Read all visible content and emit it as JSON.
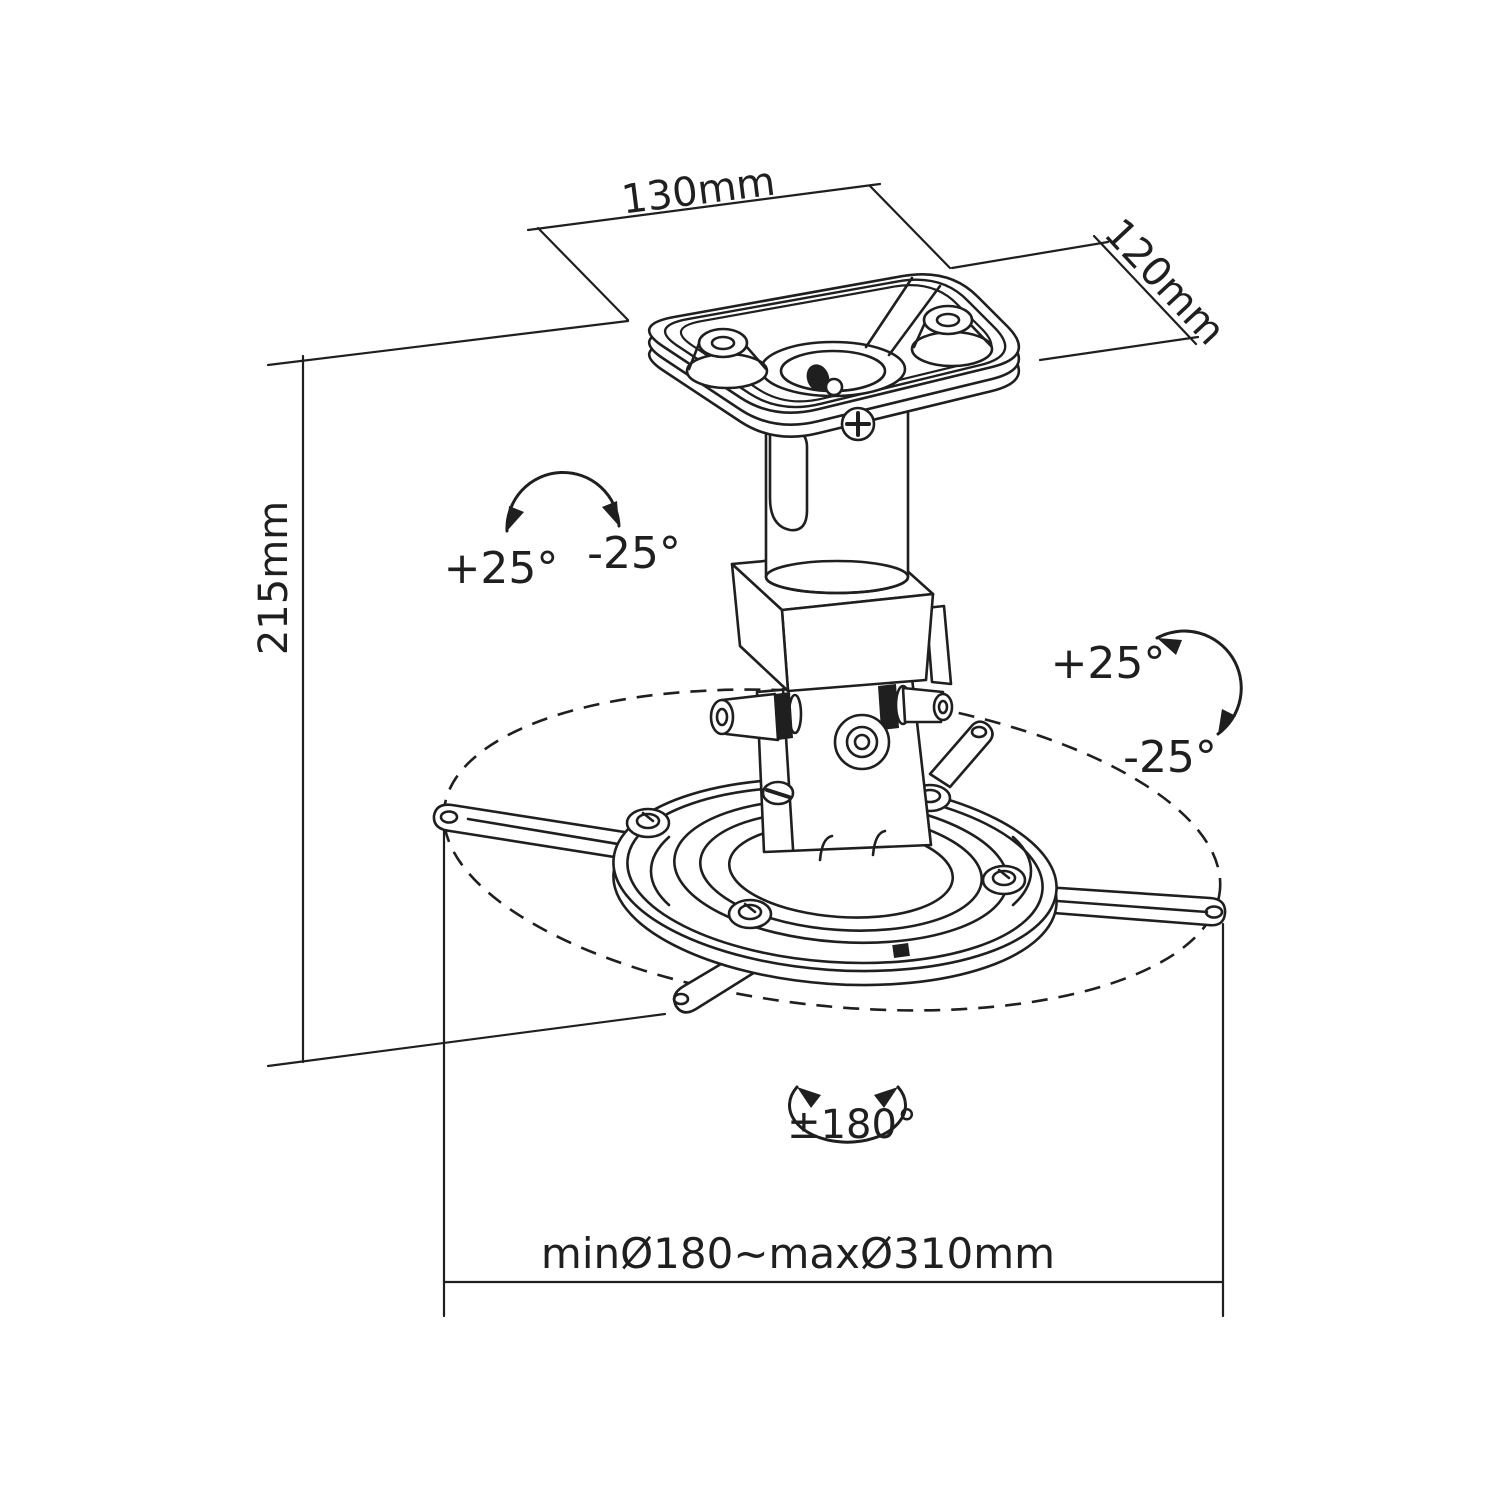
{
  "drawing": {
    "background": "#ffffff",
    "line_color": "#1f1f1f",
    "labels": {
      "width": "130mm",
      "depth": "120mm",
      "height": "215mm",
      "diameter_range": "minØ180~maxØ310mm",
      "tilt_front_plus": "+25°",
      "tilt_front_minus": "-25°",
      "tilt_side_plus": "+25°",
      "tilt_side_minus": "-25°",
      "swivel_range": "±180°"
    }
  }
}
